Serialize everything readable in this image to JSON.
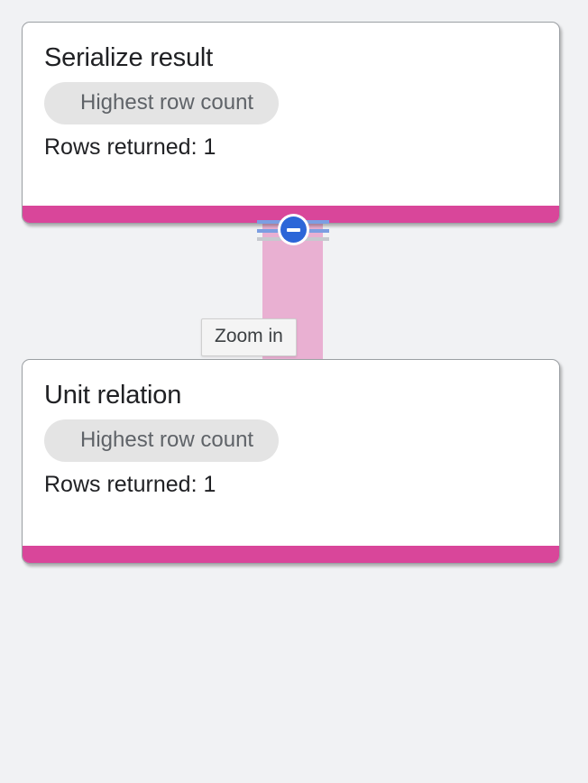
{
  "background_color": "#f1f2f4",
  "accent_colors": {
    "footer_bar": "#d9469a",
    "connector": "#e9b0d2",
    "button_blue": "#2c66d8",
    "stripe_blue": "#7c9ee2",
    "chip_bg": "#e4e4e4"
  },
  "cards": [
    {
      "title": "Serialize result",
      "chip_label": "Highest row count",
      "rows_text": "Rows returned: 1"
    },
    {
      "title": "Unit relation",
      "chip_label": "Highest row count",
      "rows_text": "Rows returned: 1"
    }
  ],
  "connector": {
    "collapse_button": {
      "icon": "minus-circle-icon",
      "state": "expanded"
    }
  },
  "tooltip": {
    "text": "Zoom in"
  }
}
